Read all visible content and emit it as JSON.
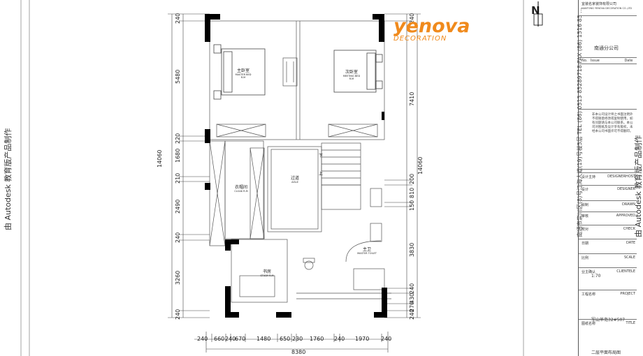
{
  "rooms": {
    "master_bed": {
      "cn": "主卧室",
      "en": "MASTER BED R.M"
    },
    "second_bed": {
      "cn": "次卧室",
      "en": "MEETING BED R.M"
    },
    "cloak": {
      "cn": "衣帽间",
      "en": "CLOAK R.M"
    },
    "aisle": {
      "cn": "过道",
      "en": "AISLE"
    },
    "toilet": {
      "cn": "主卫",
      "en": "MASTER TOILET"
    },
    "study": {
      "cn": "书房",
      "en": "STUDY R.M"
    },
    "stair_down": "下",
    "stair_up": "上"
  },
  "dims": {
    "left_total": "14060",
    "left": [
      "240",
      "5480",
      "220",
      "1680",
      "210",
      "2490",
      "240",
      "3260",
      "240"
    ],
    "right_total": "14060",
    "right": [
      "240",
      "7410",
      "200",
      "810",
      "150",
      "3830",
      "240",
      "430",
      "270",
      "240"
    ],
    "bottom": [
      "240",
      "660",
      "240",
      "670",
      "1480",
      "650",
      "230",
      "1760",
      "240",
      "1970",
      "240"
    ],
    "bottom_total": "8380"
  },
  "logo": {
    "main": "yenova",
    "sub": "DECORATION"
  },
  "north": "N",
  "captions": {
    "left": "由 Autodesk 教育版产品制作",
    "right": "由 Autodesk 教育版产品制作",
    "right_vertical": "南通市崇川区(8)号江海大道(19)号楼5层  TEL (86) 0513 85289718  FAX (86) 1516 85 ..."
  },
  "title_block": {
    "company_cn": "南通分公司",
    "company_top": "宜装名家装饰有限公司",
    "company_en": "NANTONG YENOVA DECORATION CO.,LTD",
    "no_label": "No.",
    "issue_label": "Issue",
    "date_label": "Date",
    "notes": "非本公司设计师之书面注明外不得随意修改或复制使用，如有问题请与本公司联系。本公司对图纸及设计享有版权，未经本公司书面许可不得翻印。",
    "rows": [
      {
        "cn": "设计主持",
        "en": "DESIGNERHOST"
      },
      {
        "cn": "设计",
        "en": "DESIGNER"
      },
      {
        "cn": "绘制",
        "en": "DRAWN"
      },
      {
        "cn": "审核",
        "en": "APPROVED"
      },
      {
        "cn": "校对",
        "en": "CHECK"
      },
      {
        "cn": "日期",
        "en": "DATE"
      },
      {
        "cn": "比例",
        "en": "SCALE"
      },
      {
        "cn": "业主确认",
        "en": "CLIENTELE"
      },
      {
        "cn": "工程名称",
        "en": "PROJECT"
      },
      {
        "cn": "图纸名称",
        "en": "TITLE"
      }
    ],
    "scale_value": "1:70",
    "project_value": "军山半岛32#507",
    "title_value": "二层平面布局图"
  },
  "colors": {
    "logo": "#f08a1c",
    "wall": "#000000",
    "line": "#555555"
  }
}
